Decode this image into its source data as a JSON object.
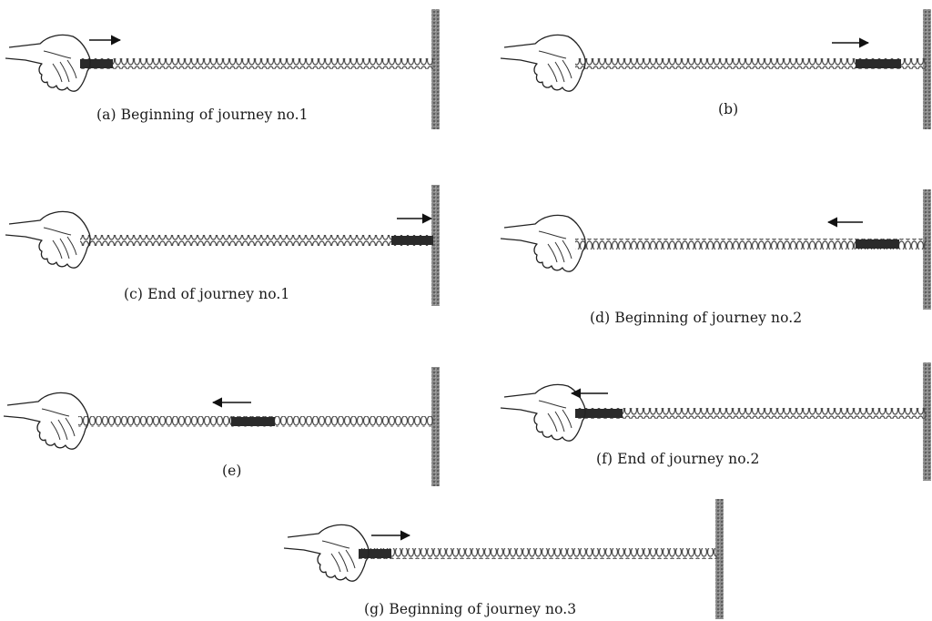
{
  "panels": [
    {
      "id": "a",
      "caption": "(a) Beginning of journey no.1",
      "pulse_direction": "right",
      "pulse_position": "near hand"
    },
    {
      "id": "b",
      "caption": "(b)",
      "pulse_direction": "right",
      "pulse_position": "near wall"
    },
    {
      "id": "c",
      "caption": "(c) End of journey no.1",
      "pulse_direction": "right",
      "pulse_position": "at wall"
    },
    {
      "id": "d",
      "caption": "(d) Beginning  of journey no.2",
      "pulse_direction": "left",
      "pulse_position": "near wall"
    },
    {
      "id": "e",
      "caption": "(e)",
      "pulse_direction": "left",
      "pulse_position": "middle"
    },
    {
      "id": "f",
      "caption": "(f) End of journey no.2",
      "pulse_direction": "left",
      "pulse_position": "at hand"
    },
    {
      "id": "g",
      "caption": "(g) Beginning  of journey no.3",
      "pulse_direction": "right",
      "pulse_position": "near hand"
    }
  ],
  "colors": {
    "spring": "#4a4a4a",
    "pulse": "#2a2a2a",
    "wall": "#7a7a7a",
    "arrow": "#111111"
  }
}
